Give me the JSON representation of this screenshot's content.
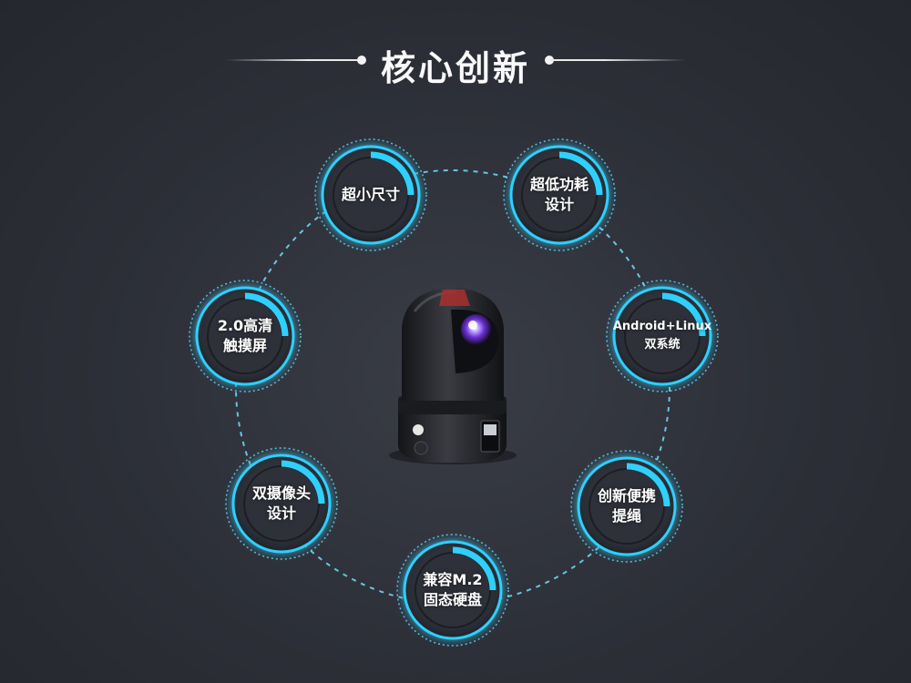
{
  "header": {
    "title": "核心创新"
  },
  "features": [
    {
      "line1": "超小尺寸",
      "line2": ""
    },
    {
      "line1": "超低功耗",
      "line2": "设计"
    },
    {
      "line1": "Android+Linux",
      "line2": "双系统"
    },
    {
      "line1": "创新便携",
      "line2": "提绳"
    },
    {
      "line1": "兼容M.2",
      "line2": "固态硬盘"
    },
    {
      "line1": "双摄像头",
      "line2": "设计"
    },
    {
      "line1": "2.0高清",
      "line2": "触摸屏"
    }
  ],
  "colors": {
    "accent": "#2fd0ff",
    "ring": "#6fe0ff",
    "background": "#2c2f37"
  },
  "icons": {
    "center": "camera-device-icon"
  }
}
